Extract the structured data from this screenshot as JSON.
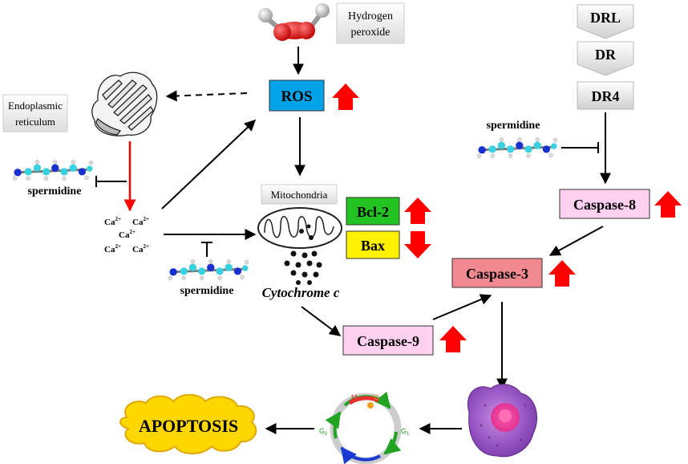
{
  "molecule_labels": {
    "hydrogen_peroxide": [
      "Hydrogen",
      "peroxide"
    ],
    "endoplasmic_reticulum": [
      "Endoplasmic",
      "reticulum"
    ],
    "mitochondria": "Mitochondria",
    "cytochrome": "Cytochrome c"
  },
  "nodes": {
    "ros": "ROS",
    "bcl2": "Bcl-2",
    "bax": "Bax",
    "caspase8": "Caspase-8",
    "caspase3": "Caspase-3",
    "caspase9": "Caspase-9",
    "drl": "DRL",
    "dr": "DR",
    "dr4": "DR4",
    "apoptosis": "APOPTOSIS"
  },
  "spermidine_label": "spermidine",
  "calcium": {
    "base": "Ca",
    "charge": "2+"
  },
  "cell_cycle": {
    "m": "M",
    "c": "C",
    "g2": "G",
    "g2_sub": "2",
    "g1": "G",
    "g1_sub": "1"
  },
  "colors": {
    "ros": "#00a2e8",
    "bcl2": "#22c322",
    "bax": "#fff200",
    "caspase": "#ffd0f0",
    "caspase3": "#f08a90",
    "up_arrow": "#ff0000",
    "apoptosis": "#ffd700"
  },
  "regulation": {
    "ros": "up",
    "bcl2": "up",
    "bax": "down",
    "caspase8": "up",
    "caspase3": "up",
    "caspase9": "up"
  }
}
